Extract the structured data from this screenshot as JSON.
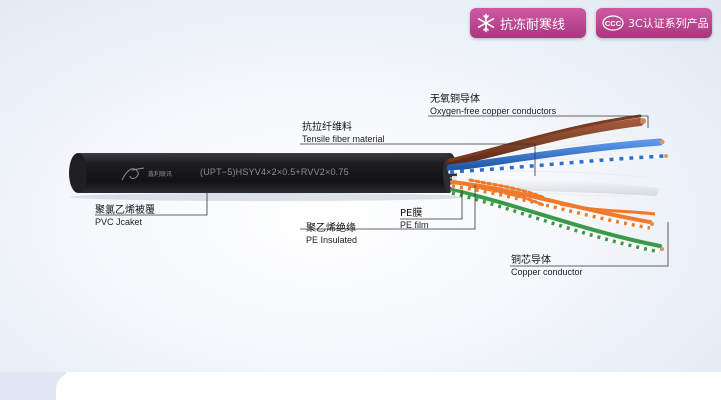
{
  "badges": {
    "cold_label": "抗冻耐寒线",
    "cold_icon": "snowflake-icon",
    "ccc_label": "3C认证系列产品",
    "ccc_icon": "ccc-certification-icon"
  },
  "cable": {
    "model": "(UPT−5)HSYV4×2×0.5+RVV2×0.75",
    "brand": "鑫利联讯",
    "logo_icon": "brand-logo-icon"
  },
  "labels": {
    "conductor_cn": "无氧铜导体",
    "conductor_en": "Oxygen-free copper conductors",
    "fiber_cn": "抗拉纤维料",
    "fiber_en": "Tensile fiber material",
    "jacket_cn": "聚氯乙烯被覆",
    "jacket_en": "PVC Jcaket",
    "film_cn": "PE膜",
    "film_en": "PE film",
    "insulated_cn": "聚乙烯绝缘",
    "insulated_en": "PE Insulated",
    "copper_cn": "铜芯导体",
    "copper_en": "Copper conductor"
  },
  "colors": {
    "badge": "#b9438c",
    "jacket": "#1b1b1f",
    "brown": "#7a3b22",
    "blue": "#2e6fcf",
    "orange": "#ef7a2c",
    "green": "#3b9a4a"
  }
}
